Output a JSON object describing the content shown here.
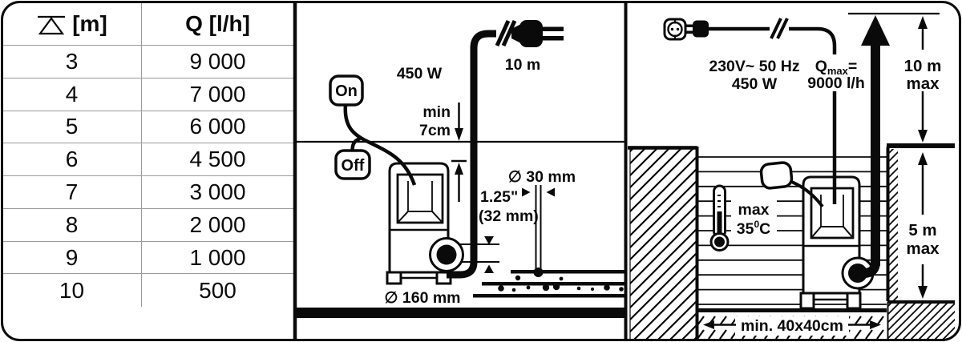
{
  "colors": {
    "ink": "#0a0a0a",
    "table_grid": "#9a9a9a",
    "background": "#ffffff"
  },
  "table": {
    "head_symbol_icon": "water-head-triangle-icon",
    "col_head": "[m]",
    "col_flow": "Q [l/h]",
    "rows": [
      {
        "m": "3",
        "q": "9 000"
      },
      {
        "m": "4",
        "q": "7 000"
      },
      {
        "m": "5",
        "q": "6 000"
      },
      {
        "m": "6",
        "q": "4 500"
      },
      {
        "m": "7",
        "q": "3 000"
      },
      {
        "m": "8",
        "q": "2 000"
      },
      {
        "m": "9",
        "q": "1 000"
      },
      {
        "m": "10",
        "q": "500"
      }
    ]
  },
  "tank": {
    "power": "450 W",
    "cable_length": "10 m",
    "on": "On",
    "off": "Off",
    "min_label": "min",
    "min_value": "7cm",
    "inlet_diameter": "∅ 30 mm",
    "hose_inches": "1.25\"",
    "hose_mm": "(32 mm)",
    "pump_diameter": "∅ 160 mm"
  },
  "pit": {
    "voltage": "230V~ 50 Hz",
    "power": "450 W",
    "qmax_q": "Q",
    "qmax_sub": "max",
    "qmax_eq": "=",
    "qmax_value": "9000 l/h",
    "head_value": "10 m",
    "head_max": "max",
    "depth_value": "5 m",
    "depth_max": "max",
    "temp_label": "max",
    "temp_value": "35",
    "temp_sup": "0",
    "temp_unit": "C",
    "pit_size": "min. 40x40cm"
  }
}
